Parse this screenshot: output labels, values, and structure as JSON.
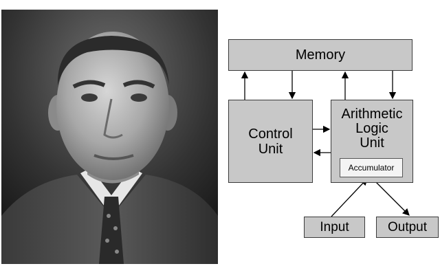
{
  "colors": {
    "box_fill": "#c8c8c8",
    "accumulator_fill": "#f4f4f4",
    "border": "#3a3a3a",
    "arrow": "#000000"
  },
  "diagram": {
    "memory_label": "Memory",
    "control_unit_label": "Control\nUnit",
    "alu_label": "Arithmetic\nLogic\nUnit",
    "accumulator_label": "Accumulator",
    "input_label": "Input",
    "output_label": "Output"
  }
}
